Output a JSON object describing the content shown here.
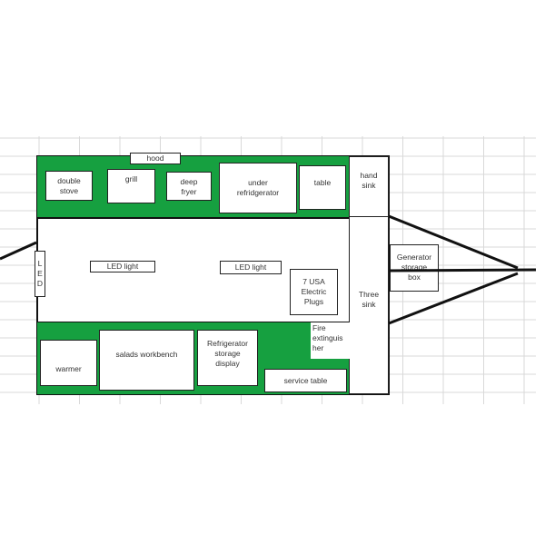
{
  "labels": {
    "hood": "hood",
    "double_stove": "double\nstove",
    "grill": "grill",
    "deep_fryer": "deep\nfryer",
    "under_refrigerator": "under\nrefridgerator",
    "table": "table",
    "hand_sink": "hand\nsink",
    "led_vertical": "L\nE\nD",
    "led_light_1": "LED light",
    "led_light_2": "LED light",
    "electric_plugs": "7 USA\nElectric\nPlugs",
    "three_sink": "Three\nsink",
    "generator_box": "Generator\nstorage\nbox",
    "warmer": "warmer",
    "salads_workbench": "salads workbench",
    "refrigerator_display": "Refrigerator\nstorage\ndisplay",
    "fire_extinguisher": "Fire\nextinguis\nher",
    "service_table": "service table"
  },
  "colors": {
    "counter_green": "#16a040",
    "outline": "#111111"
  }
}
